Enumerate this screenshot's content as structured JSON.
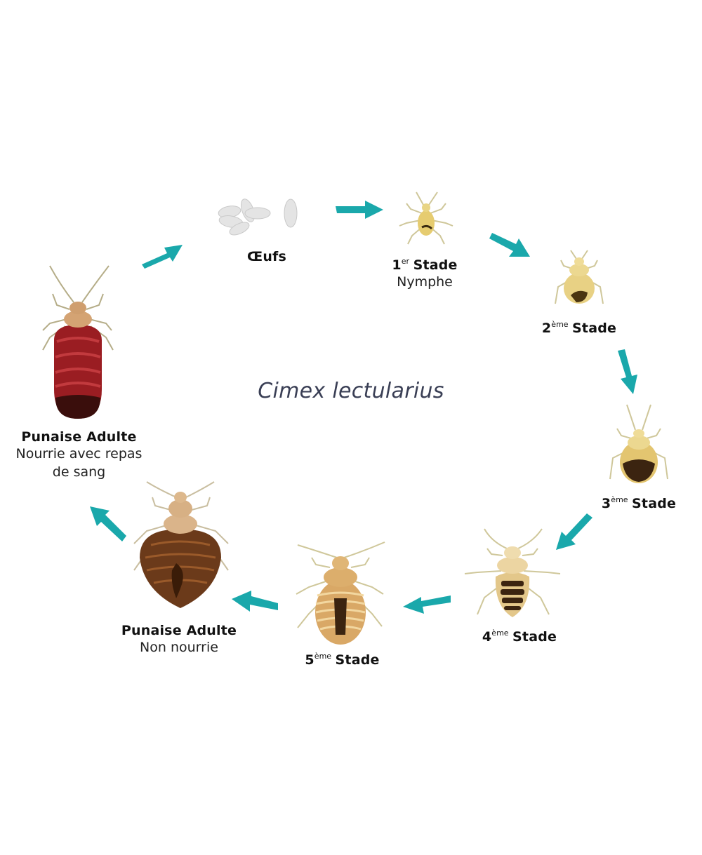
{
  "diagram": {
    "title": "Cimex lectularius",
    "arrow_color": "#1aa8ab",
    "stages": [
      {
        "id": "eggs",
        "label": "Œufs",
        "sub": ""
      },
      {
        "id": "stage1",
        "num": "1",
        "sup": "er",
        "label": "Stade",
        "sub": "Nymphe"
      },
      {
        "id": "stage2",
        "num": "2",
        "sup": "ème",
        "label": "Stade",
        "sub": ""
      },
      {
        "id": "stage3",
        "num": "3",
        "sup": "ème",
        "label": "Stade",
        "sub": ""
      },
      {
        "id": "stage4",
        "num": "4",
        "sup": "ème",
        "label": "Stade",
        "sub": ""
      },
      {
        "id": "stage5",
        "num": "5",
        "sup": "ème",
        "label": "Stade",
        "sub": ""
      },
      {
        "id": "adult-unfed",
        "label": "Punaise Adulte",
        "sub": "Non nourrie"
      },
      {
        "id": "adult-fed",
        "label": "Punaise Adulte",
        "sub1": "Nourrie avec repas",
        "sub2": "de sang"
      }
    ]
  }
}
